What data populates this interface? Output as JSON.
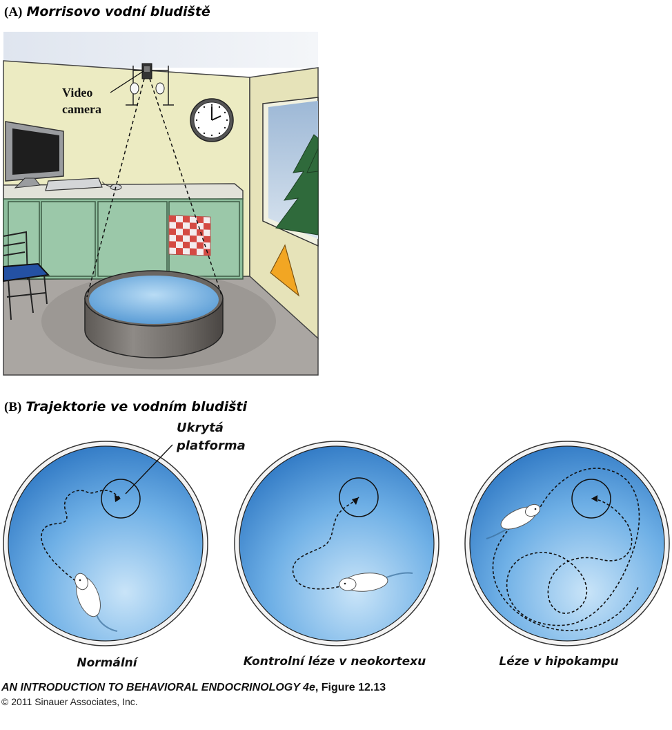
{
  "panel_a": {
    "letter": "(A)",
    "title": "Morrisovo vodní bludiště",
    "video_camera_line1": "Video",
    "video_camera_line2": "camera"
  },
  "panel_b": {
    "letter": "(B)",
    "title": "Trajektorie ve vodním bludišti",
    "callout_line1": "Ukrytá",
    "callout_line2": "platforma",
    "captions": [
      "Normální",
      "Kontrolní léze v neokortexu",
      "Léze v hipokampu"
    ]
  },
  "footer": {
    "book_title": "AN INTRODUCTION TO BEHAVIORAL ENDOCRINOLOGY 4e",
    "figure_ref": ", Figure 12.13",
    "copyright": "© 2011 Sinauer Associates, Inc."
  },
  "colors": {
    "wall": "#ecebc2",
    "cabinet": "#8dbe9d",
    "floor": "#aaa6a2",
    "pool_water": "#5b9dd6",
    "checker_red": "#d44a43",
    "triangle": "#f2a623"
  }
}
